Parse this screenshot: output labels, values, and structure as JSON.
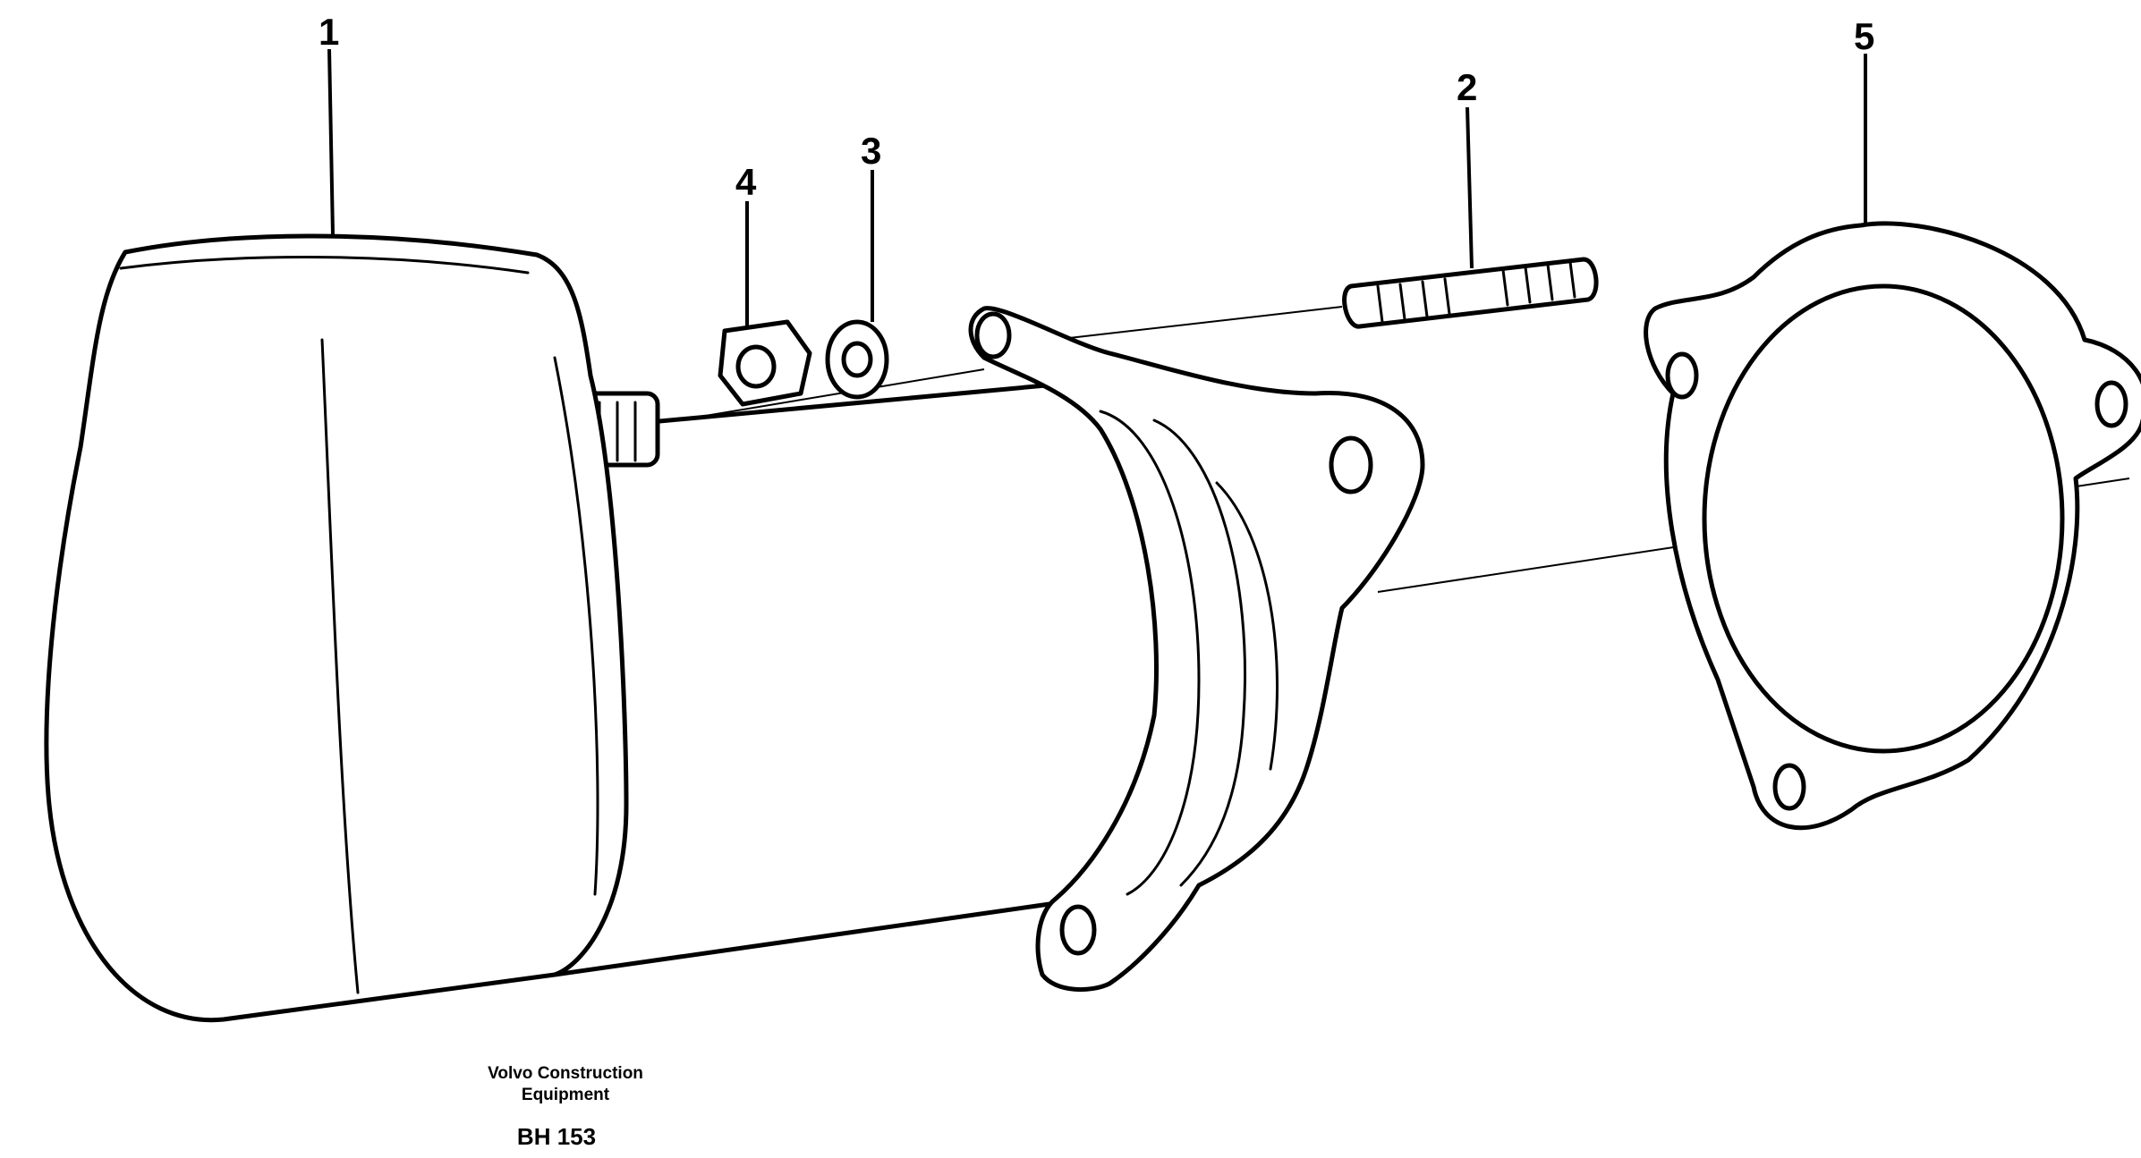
{
  "diagram": {
    "callouts": [
      {
        "id": "1",
        "part": "solenoid-cover"
      },
      {
        "id": "2",
        "part": "stud"
      },
      {
        "id": "3",
        "part": "lock-washer"
      },
      {
        "id": "4",
        "part": "nut"
      },
      {
        "id": "5",
        "part": "gasket"
      }
    ],
    "caption": {
      "line1": "Volvo Construction",
      "line2": "Equipment",
      "code": "BH 153"
    }
  }
}
